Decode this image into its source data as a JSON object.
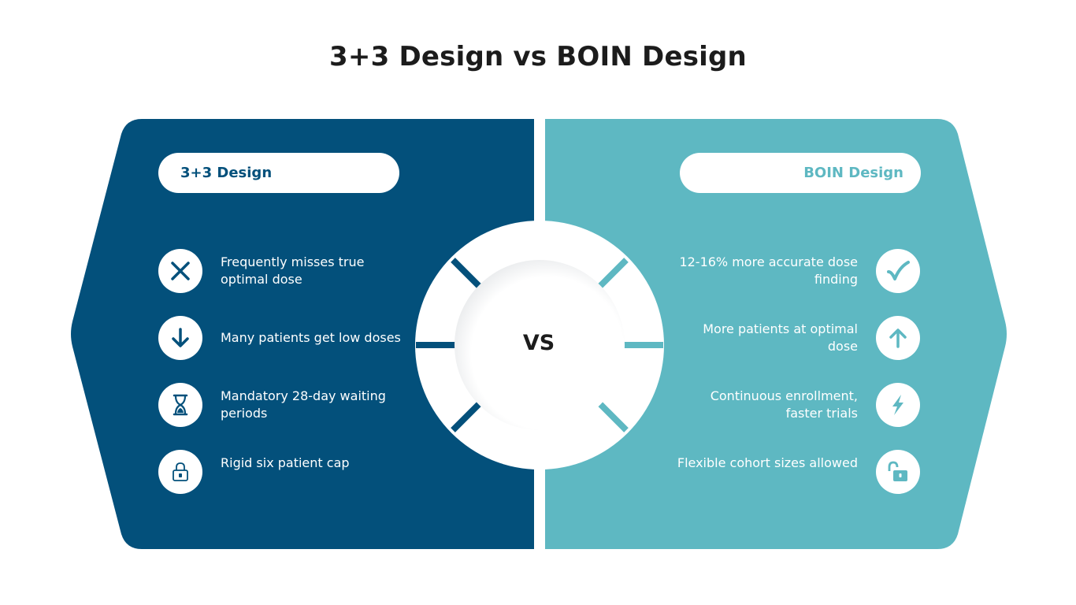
{
  "title": "3+3 Design vs BOIN Design",
  "colors": {
    "left_panel": "#03507b",
    "right_panel": "#5eb8c2",
    "text_dark": "#1c1c1c",
    "white": "#ffffff"
  },
  "left": {
    "header": "3+3 Design",
    "items": [
      {
        "icon": "x-mark-icon",
        "text": "Frequently misses true optimal dose"
      },
      {
        "icon": "arrow-down-icon",
        "text": "Many patients get low doses"
      },
      {
        "icon": "hourglass-icon",
        "text": "Mandatory 28-day waiting periods"
      },
      {
        "icon": "padlock-locked-icon",
        "text": "Rigid six patient cap"
      }
    ]
  },
  "right": {
    "header": "BOIN Design",
    "items": [
      {
        "icon": "checkmark-icon",
        "text": "12-16% more accurate dose finding"
      },
      {
        "icon": "arrow-up-icon",
        "text": "More patients at optimal dose"
      },
      {
        "icon": "lightning-icon",
        "text": "Continuous enrollment, faster trials"
      },
      {
        "icon": "padlock-open-icon",
        "text": "Flexible cohort sizes allowed"
      }
    ]
  },
  "center": {
    "label": "VS"
  }
}
